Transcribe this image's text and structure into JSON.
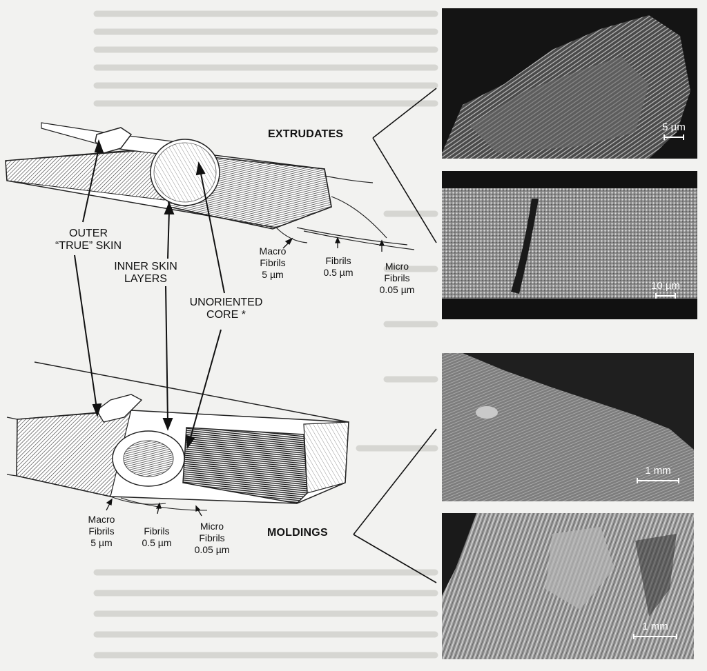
{
  "labels": {
    "extrudates": "EXTRUDATES",
    "moldings": "MOLDINGS",
    "outer_skin_1": "OUTER",
    "outer_skin_2": "“TRUE” SKIN",
    "inner_skin_1": "INNER SKIN",
    "inner_skin_2": "LAYERS",
    "core_1": "UNORIENTED",
    "core_2": "CORE *",
    "top_fibril_labels": [
      {
        "name": "Macro",
        "kind": "Fibrils",
        "size": "5 µm"
      },
      {
        "name": "",
        "kind": "Fibrils",
        "size": "0.5 µm"
      },
      {
        "name": "Micro",
        "kind": "Fibrils",
        "size": "0.05 µm"
      }
    ],
    "bottom_fibril_labels": [
      {
        "name": "Macro",
        "kind": "Fibrils",
        "size": "5 µm"
      },
      {
        "name": "",
        "kind": "Fibrils",
        "size": "0.5 µm"
      },
      {
        "name": "Micro",
        "kind": "Fibrils",
        "size": "0.05 µm"
      }
    ]
  },
  "micrographs": [
    {
      "id": "extrudate-fracture",
      "scale": "5 µm"
    },
    {
      "id": "extrudate-surface",
      "scale": "10 µm"
    },
    {
      "id": "molding-surface",
      "scale": "1 mm"
    },
    {
      "id": "molding-fracture",
      "scale": "1 mm"
    }
  ],
  "colors": {
    "background": "#f2f2f0",
    "ink": "#111111",
    "micrograph_dark": "#1c1c1c"
  }
}
